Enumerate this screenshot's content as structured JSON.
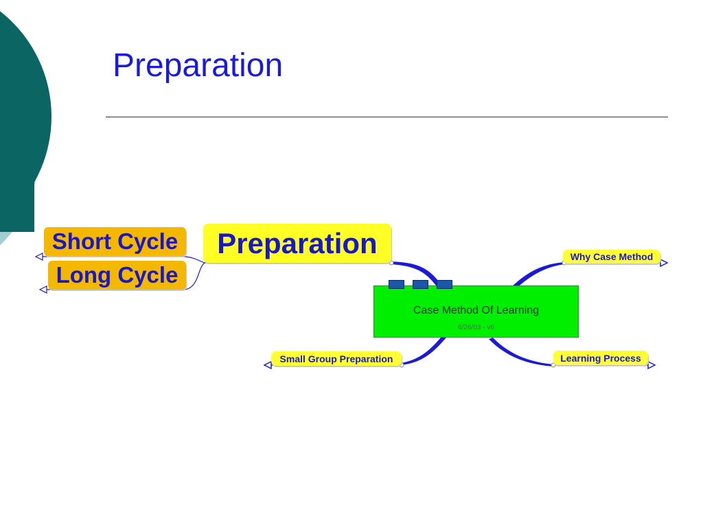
{
  "slide": {
    "title": "Preparation"
  },
  "theme": {
    "title_color": "#1a1adf",
    "decor_dark": "#0b6663",
    "decor_light": "#a0cfce",
    "node_yellow": "#ffff26",
    "node_orange": "#f5b800",
    "central_green": "#00ee00",
    "branch_blue": "#1a1ad8"
  },
  "mindmap": {
    "central": {
      "title": "Case Method Of Learning",
      "subtitle": "6/26/03 - v6",
      "icons": [
        "tab-icon",
        "tab-icon",
        "tab-icon"
      ]
    },
    "branches": {
      "preparation": "Preparation",
      "why_case_method": "Why Case Method",
      "small_group_preparation": "Small Group Preparation",
      "learning_process": "Learning Process"
    },
    "subtopics": {
      "short_cycle": "Short Cycle",
      "long_cycle": "Long Cycle"
    }
  }
}
